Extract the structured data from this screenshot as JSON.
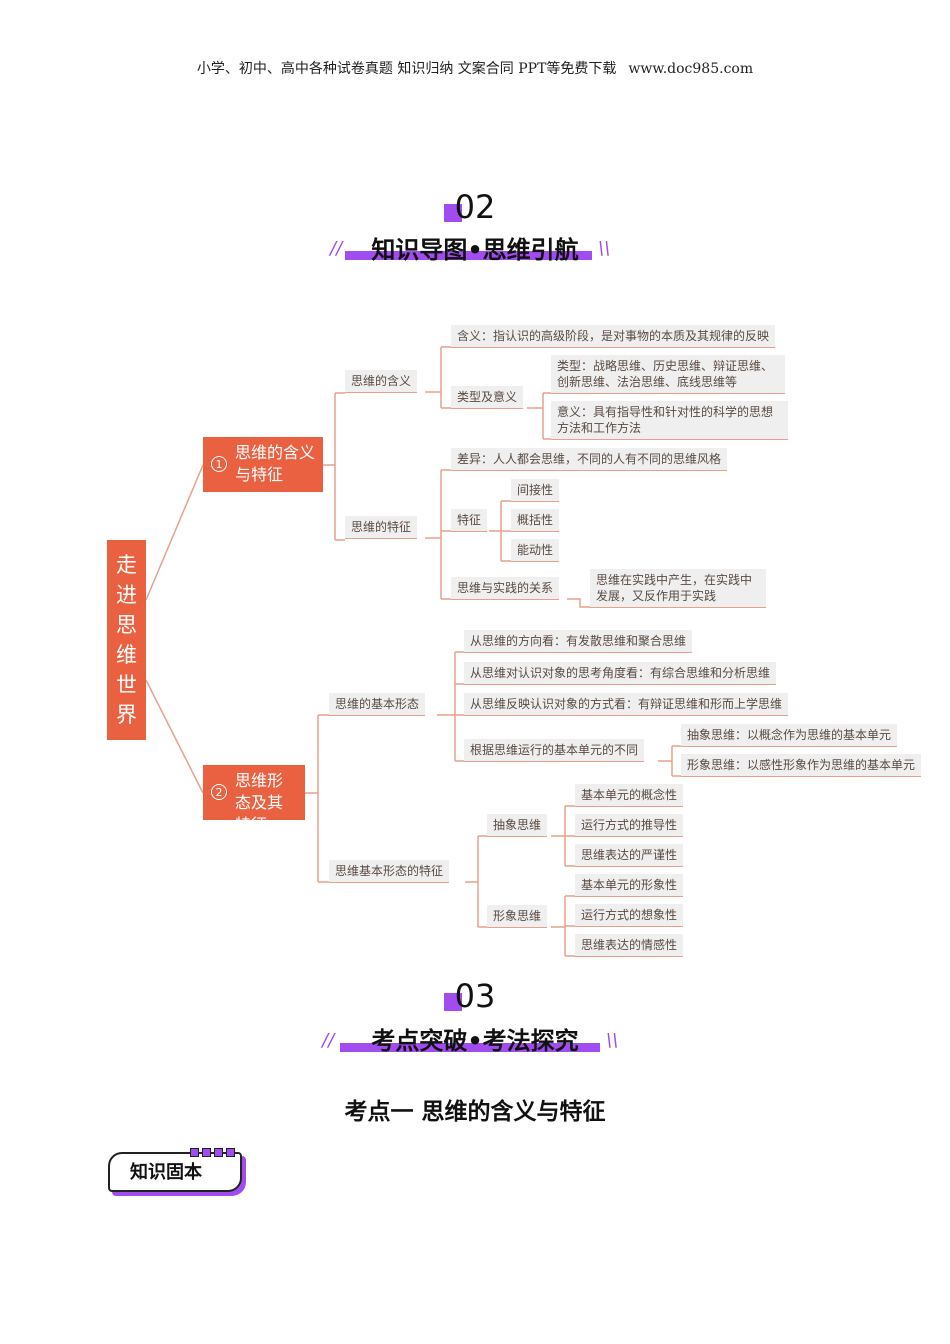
{
  "header": {
    "left": "小学、初中、高中各种试卷真题 知识归纳 文案合同 PPT等免费下载",
    "right": "www.doc985.com"
  },
  "section2": {
    "number": "02",
    "title": "知识导图•思维引航"
  },
  "section3": {
    "number": "03",
    "title": "考点突破•考法探究"
  },
  "mindmap": {
    "root": [
      "走",
      "进",
      "思",
      "维",
      "世",
      "界"
    ],
    "b1": {
      "num": "1",
      "label": "思维的含义与特征",
      "meaning": {
        "label": "思维的含义",
        "def": "含义：指认识的高级阶段，是对事物的本质及其规律的反映",
        "types": "类型及意义",
        "type_text": "类型：战略思维、历史思维、辩证思维、创新思维、法治思维、底线思维等",
        "sig_text": "意义：具有指导性和针对性的科学的思想方法和工作方法"
      },
      "features": {
        "label": "思维的特征",
        "diff": "差异：人人都会思维，不同的人有不同的思维风格",
        "feat": "特征",
        "f1": "间接性",
        "f2": "概括性",
        "f3": "能动性",
        "rel": "思维与实践的关系",
        "rel_text": "思维在实践中产生，在实践中发展，又反作用于实践"
      }
    },
    "b2": {
      "num": "2",
      "label": "思维形态及其特征",
      "forms": {
        "label": "思维的基本形态",
        "a": "从思维的方向看：有发散思维和聚合思维",
        "b": "从思维对认识对象的思考角度看：有综合思维和分析思维",
        "c": "从思维反映认识对象的方式看：有辩证思维和形而上学思维",
        "d": "根据思维运行的基本单元的不同",
        "d1": "抽象思维：以概念作为思维的基本单元",
        "d2": "形象思维：以感性形象作为思维的基本单元"
      },
      "traits": {
        "label": "思维基本形态的特征",
        "abs": "抽象思维",
        "abs1": "基本单元的概念性",
        "abs2": "运行方式的推导性",
        "abs3": "思维表达的严谨性",
        "img": "形象思维",
        "img1": "基本单元的形象性",
        "img2": "运行方式的想象性",
        "img3": "思维表达的情感性"
      }
    }
  },
  "topic": "考点一  思维的含义与特征",
  "badge": "知识固本"
}
